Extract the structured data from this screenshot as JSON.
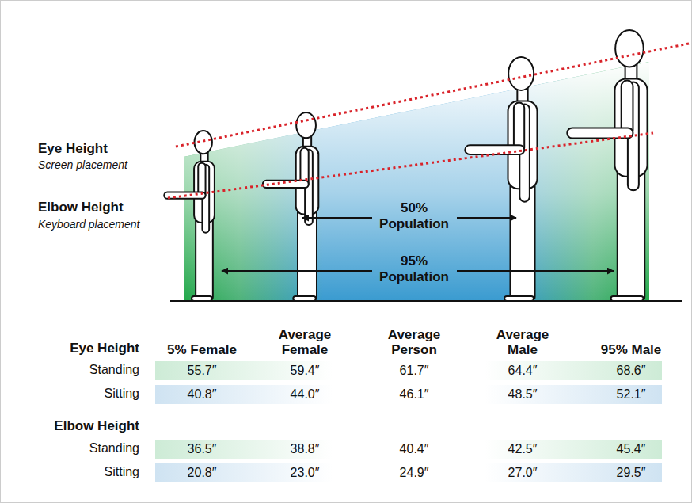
{
  "diagram": {
    "labels": [
      "Eye Height",
      "Screen placement",
      "Elbow Height",
      "Keyboard placement",
      "50% Population",
      "95% Population",
      "Eye Height",
      "5% Female",
      "Average Female",
      "Average Person",
      "Average Male",
      "95% Male",
      "Standing",
      "55.7″",
      "59.4″",
      "61.7″",
      "64.4″",
      "68.6″",
      "Sitting",
      "40.8″",
      "44.0″",
      "46.1″",
      "48.5″",
      "52.1″",
      "Elbow Height",
      "Standing",
      "36.5″",
      "38.8″",
      "40.4″",
      "42.5″",
      "45.4″",
      "Sitting",
      "20.8″",
      "23.0″",
      "24.9″",
      "27.0″",
      "29.5″"
    ]
  }
}
